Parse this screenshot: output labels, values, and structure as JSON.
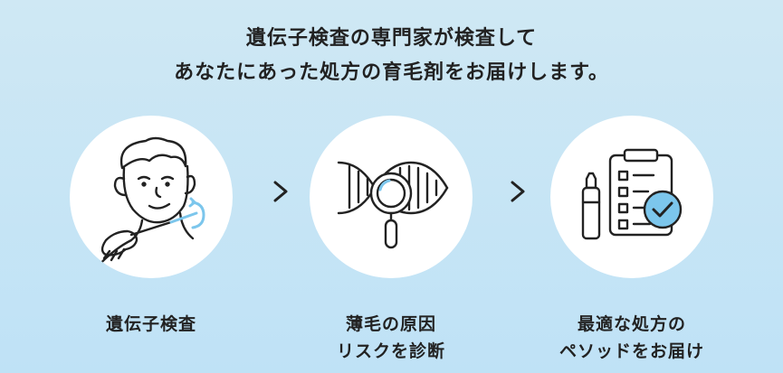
{
  "headline": {
    "line1": "遺伝子検査の専門家が検査して",
    "line2": "あなたにあった処方の育毛剤をお届けします。"
  },
  "steps": [
    {
      "line1": "遺伝子検査",
      "line2": ""
    },
    {
      "line1": "薄毛の原因",
      "line2": "リスクを診断"
    },
    {
      "line1": "最適な処方の",
      "line2": "ペソッドをお届け"
    }
  ],
  "icons": [
    "person-swab-icon",
    "dna-magnifier-icon",
    "bottle-checklist-icon",
    "chevron-right-icon"
  ],
  "colors": {
    "accent": "#7cc6ec",
    "stroke": "#222222"
  }
}
